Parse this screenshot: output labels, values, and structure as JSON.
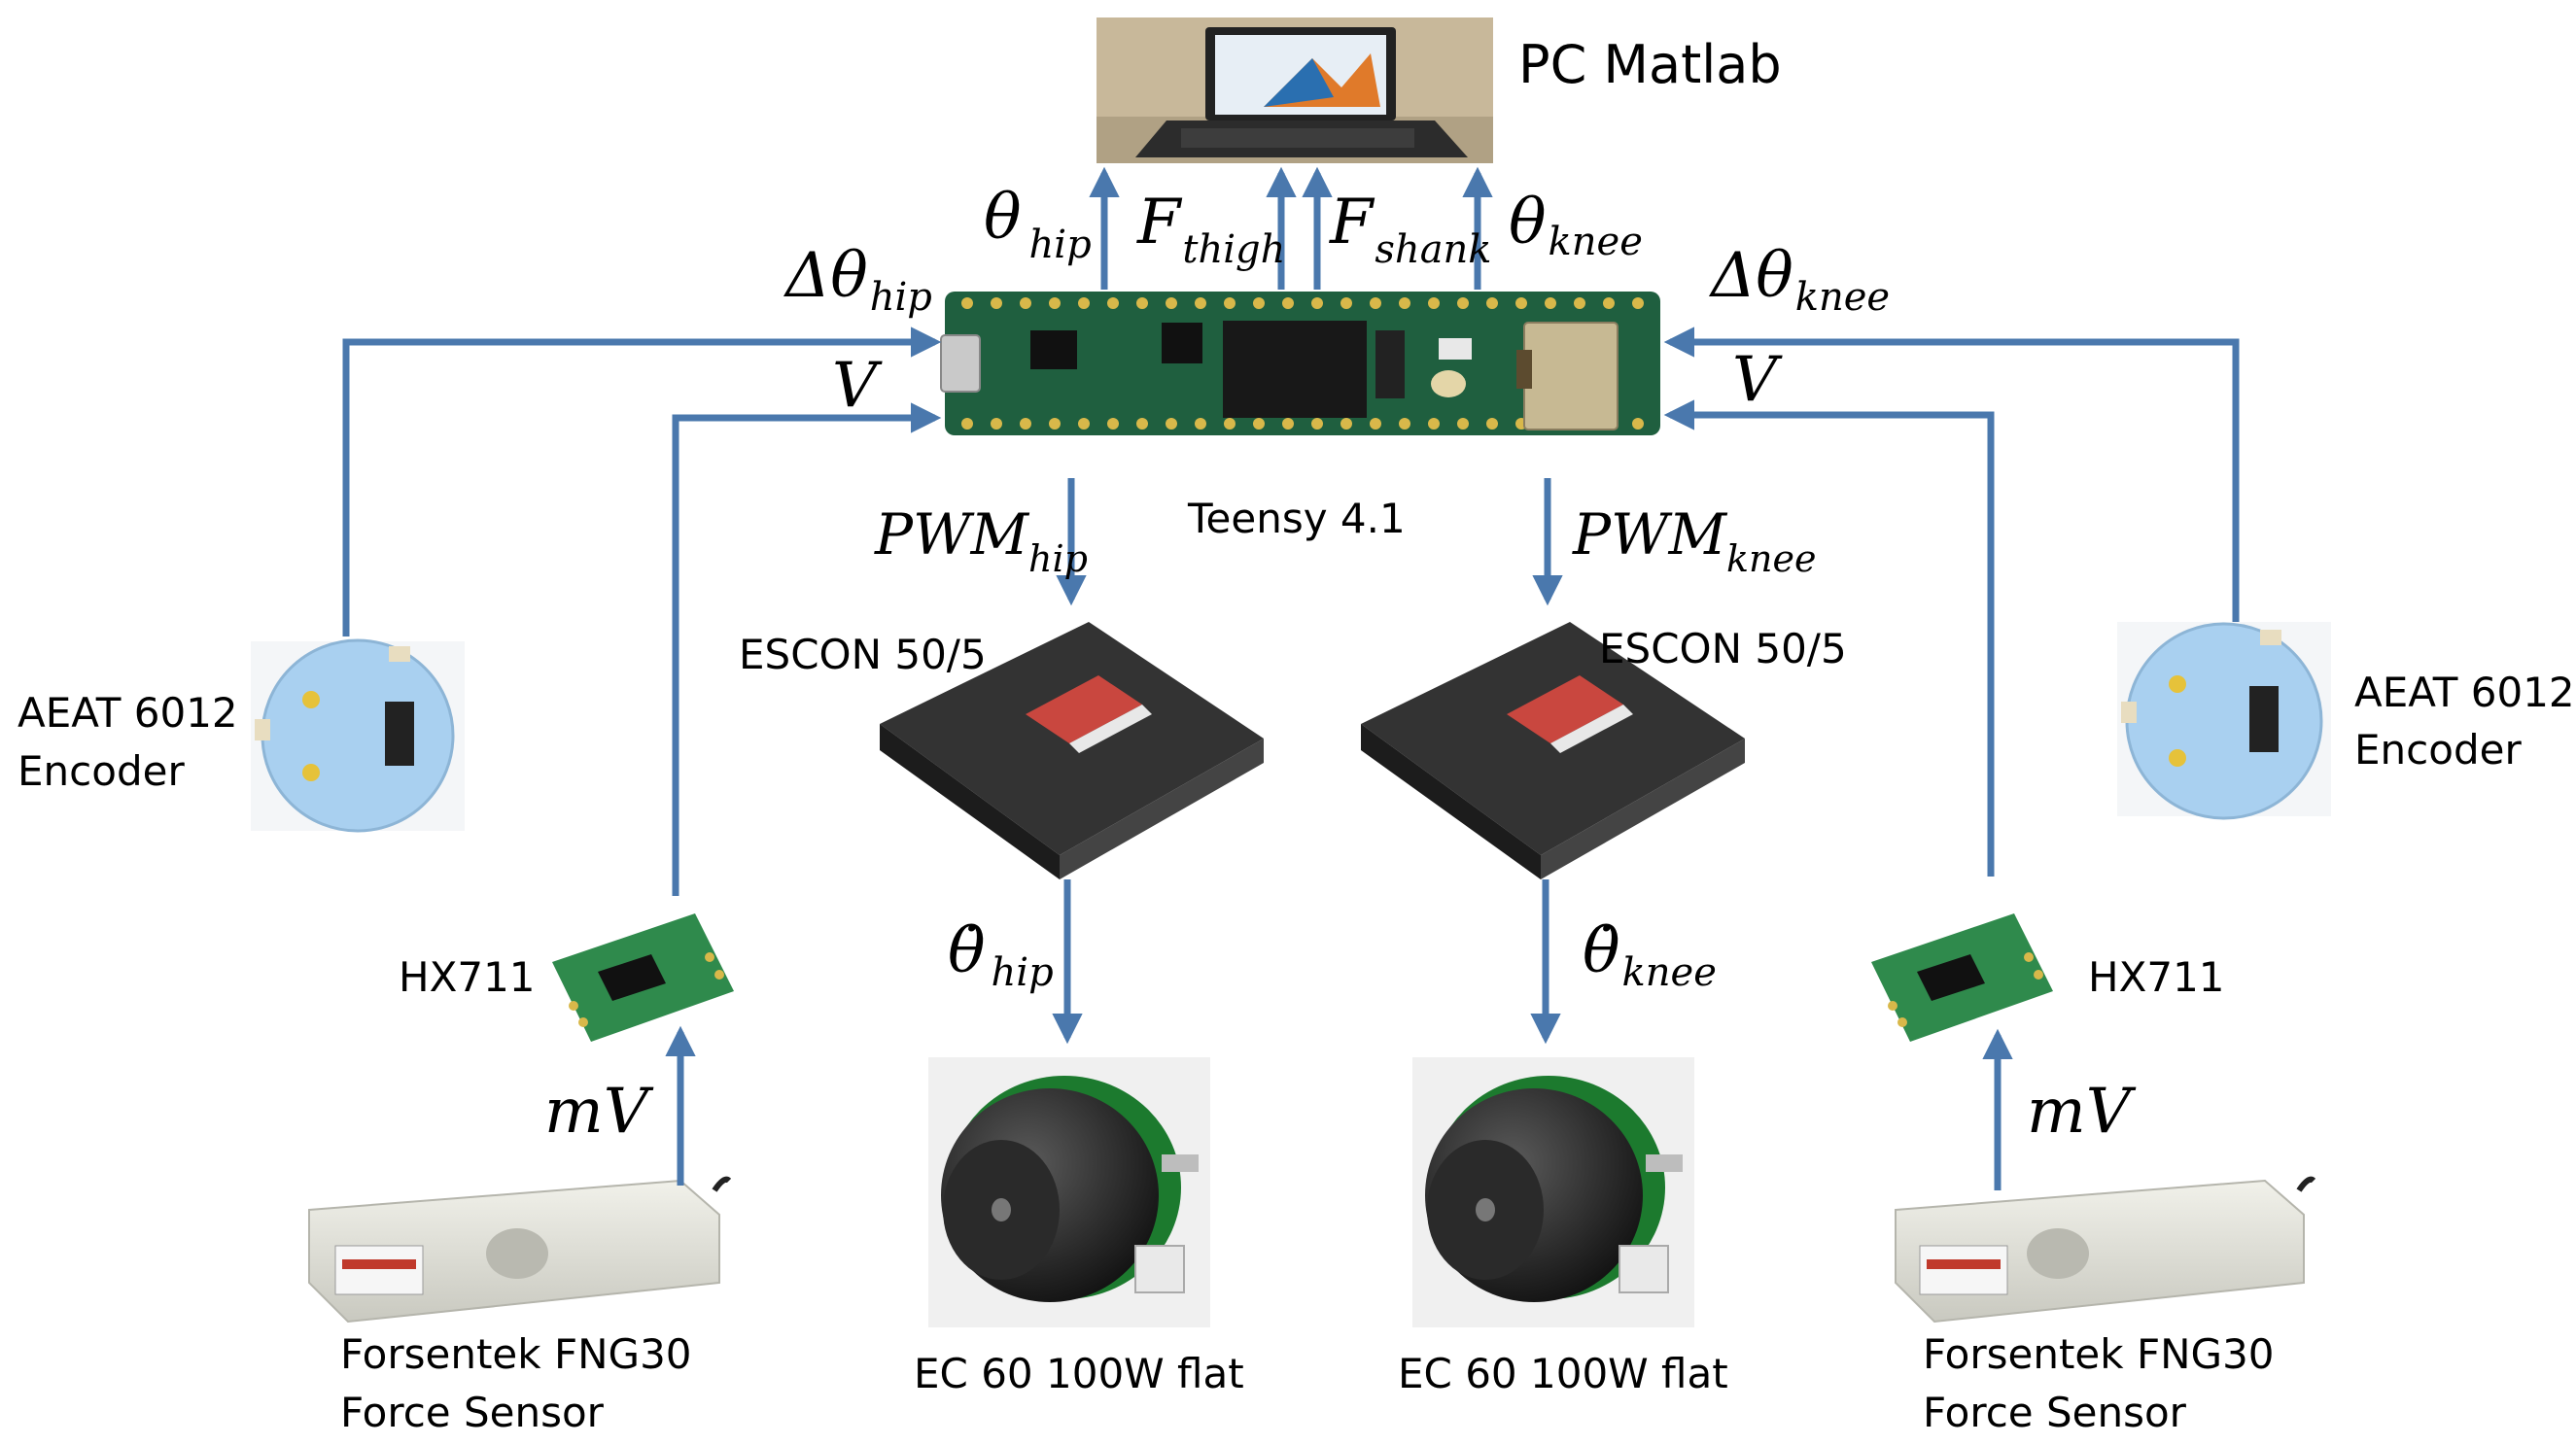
{
  "labels": {
    "pc": "PC Matlab",
    "teensy": "Teensy 4.1",
    "escon_left": "ESCON 50/5",
    "escon_right": "ESCON 50/5",
    "encoder_left_1": "AEAT 6012",
    "encoder_left_2": "Encoder",
    "encoder_right_1": "AEAT 6012",
    "encoder_right_2": "Encoder",
    "hx711_left": "HX711",
    "hx711_right": "HX711",
    "force_left_1": "Forsentek FNG30",
    "force_left_2": "Force Sensor",
    "force_right_1": "Forsentek FNG30",
    "force_right_2": "Force Sensor",
    "motor_left": "EC 60 100W flat",
    "motor_right": "EC 60 100W flat"
  },
  "signals": {
    "theta": "θ",
    "delta_theta": "Δθ",
    "theta_dot": "θ̇",
    "F": "F",
    "V": "V",
    "PWM": "PWM",
    "mV": "mV",
    "sub_hip": "hip",
    "sub_knee": "knee",
    "sub_thigh": "thigh",
    "sub_shank": "shank"
  },
  "colors": {
    "arrow": "#4a78ad",
    "board": "#1f5f3f",
    "encoder": "#a9d0f0",
    "driver": "#2b2b2b",
    "motor": "#1a1a1a",
    "loadcell": "#d8d8d0"
  }
}
